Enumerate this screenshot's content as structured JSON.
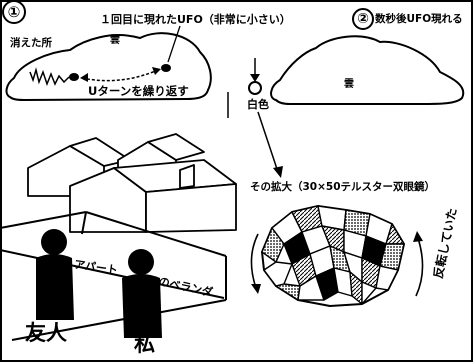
{
  "panel1": {
    "number": "①",
    "title": "１回目に現れたUFO（非常に小さい）",
    "vanished_label": "消えた所",
    "cloud_label": "雲",
    "uturn_label": "Uターンを繰り返す"
  },
  "panel2": {
    "number": "②",
    "title": "数秒後UFO現れる",
    "cloud_label": "雲",
    "white_label": "白色",
    "zoom_label": "その拡大（30×50テルスター双眼鏡）",
    "rotation_label": "反転していた"
  },
  "scene": {
    "apartment_label": "アパート",
    "veranda_label": "のベランダ",
    "friend_label": "友人",
    "me_label": "私"
  }
}
